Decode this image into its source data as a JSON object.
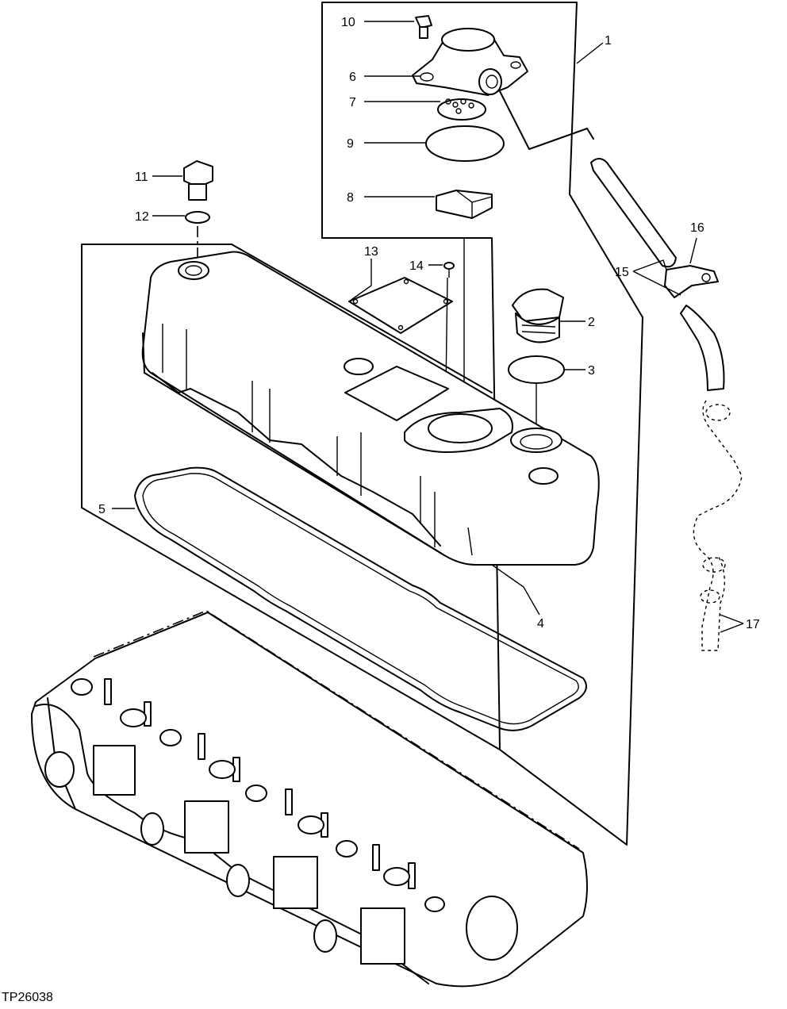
{
  "figure": {
    "id_label": "TP26038"
  },
  "callouts": [
    {
      "id": "c1",
      "text": "1"
    },
    {
      "id": "c2",
      "text": "2"
    },
    {
      "id": "c3",
      "text": "3"
    },
    {
      "id": "c4",
      "text": "4"
    },
    {
      "id": "c5",
      "text": "5"
    },
    {
      "id": "c6",
      "text": "6"
    },
    {
      "id": "c7",
      "text": "7"
    },
    {
      "id": "c8",
      "text": "8"
    },
    {
      "id": "c9",
      "text": "9"
    },
    {
      "id": "c10",
      "text": "10"
    },
    {
      "id": "c11",
      "text": "11"
    },
    {
      "id": "c12",
      "text": "12"
    },
    {
      "id": "c13",
      "text": "13"
    },
    {
      "id": "c14",
      "text": "14"
    },
    {
      "id": "c15",
      "text": "15"
    },
    {
      "id": "c16",
      "text": "16"
    },
    {
      "id": "c17",
      "text": "17"
    }
  ]
}
